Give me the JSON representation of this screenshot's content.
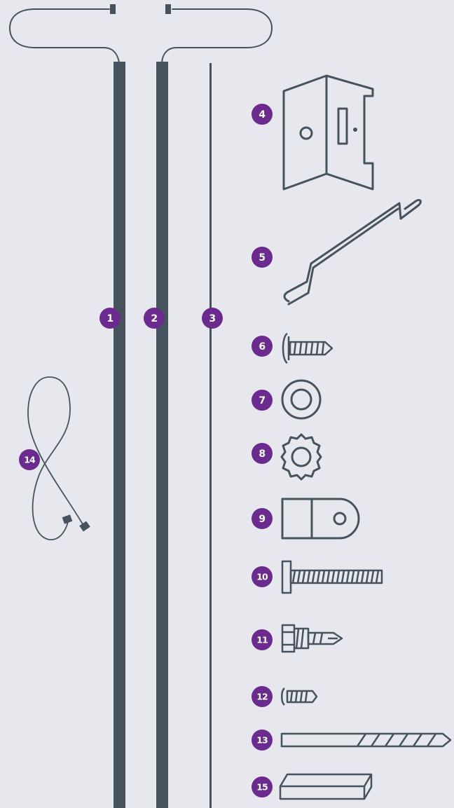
{
  "colors": {
    "background": "#e6e8ee",
    "line": "#46535e",
    "badge": "#6b2a8e",
    "badge_text": "#ffffff"
  },
  "parts": [
    {
      "number": "1",
      "icon": "thick-rail-1-icon"
    },
    {
      "number": "2",
      "icon": "thick-rail-2-icon"
    },
    {
      "number": "3",
      "icon": "thin-rod-icon"
    },
    {
      "number": "4",
      "icon": "mounting-bracket-icon"
    },
    {
      "number": "5",
      "icon": "bent-rod-hook-icon"
    },
    {
      "number": "6",
      "icon": "short-screw-icon"
    },
    {
      "number": "7",
      "icon": "flat-washer-icon"
    },
    {
      "number": "8",
      "icon": "lock-washer-icon"
    },
    {
      "number": "9",
      "icon": "cable-clip-icon"
    },
    {
      "number": "10",
      "icon": "long-bolt-icon"
    },
    {
      "number": "11",
      "icon": "self-drilling-screw-icon"
    },
    {
      "number": "12",
      "icon": "small-screw-icon"
    },
    {
      "number": "13",
      "icon": "drill-bit-icon"
    },
    {
      "number": "14",
      "icon": "coiled-cable-icon"
    },
    {
      "number": "15",
      "icon": "wood-block-icon"
    }
  ]
}
